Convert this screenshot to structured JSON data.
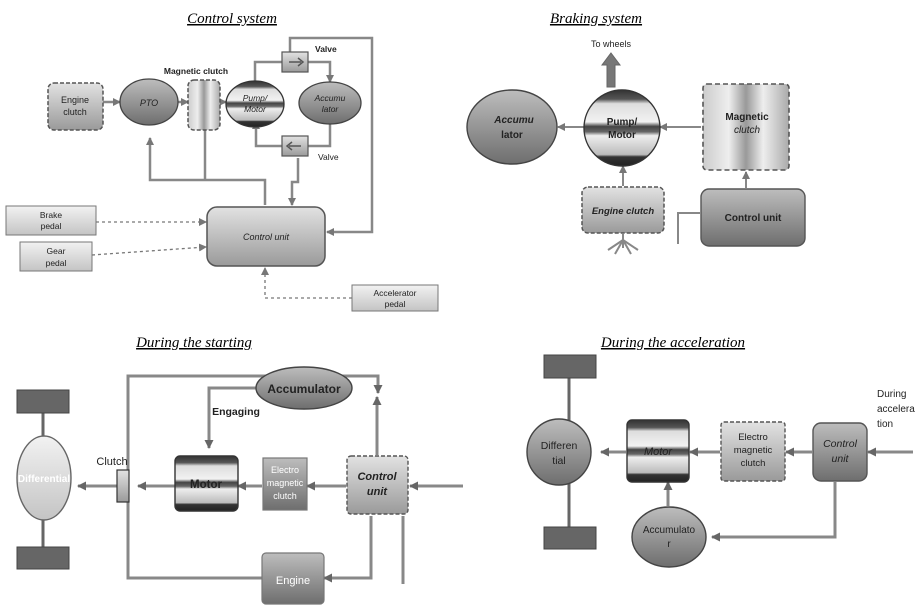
{
  "control_system": {
    "title": "Control system",
    "engine_clutch": [
      "Engine",
      "clutch"
    ],
    "pto": "PTO",
    "magnetic_clutch_label": "Magnetic clutch",
    "pump_motor": [
      "Pump/",
      "Motor"
    ],
    "accumulator": [
      "Accumu",
      "lator"
    ],
    "valve_top": "Valve",
    "valve_bottom": "Valve",
    "control_unit": "Control unit",
    "brake_pedal": [
      "Brake",
      "pedal"
    ],
    "gear_pedal": [
      "Gear",
      "pedal"
    ],
    "accelerator_pedal": [
      "Accelerator",
      "pedal"
    ]
  },
  "braking_system": {
    "title": "Braking system",
    "to_wheels": "To wheels",
    "accumulator": [
      "Accumu",
      "lator"
    ],
    "pump_motor": [
      "Pump/",
      "Motor"
    ],
    "magnetic_clutch": [
      "Magnetic",
      "clutch"
    ],
    "engine_clutch": "Engine clutch",
    "control_unit": "Control unit"
  },
  "starting": {
    "title": "During the starting",
    "accumulator": "Accumulator",
    "engaging": "Engaging",
    "clutch": "Clutch",
    "differential": "Differential",
    "motor": "Motor",
    "electro_clutch": [
      "Electro",
      "magnetic",
      "clutch"
    ],
    "control_unit": [
      "Control",
      "unit"
    ],
    "engine": "Engine"
  },
  "acceleration": {
    "title": "During the acceleration",
    "differential": [
      "Differen",
      "tial"
    ],
    "motor": "Motor",
    "electro_clutch": [
      "Electro",
      "magnetic",
      "clutch"
    ],
    "control_unit": [
      "Control",
      "unit"
    ],
    "during": [
      "During",
      "accelera",
      "tion"
    ],
    "accumulator": [
      "Accumulato",
      "r"
    ]
  }
}
